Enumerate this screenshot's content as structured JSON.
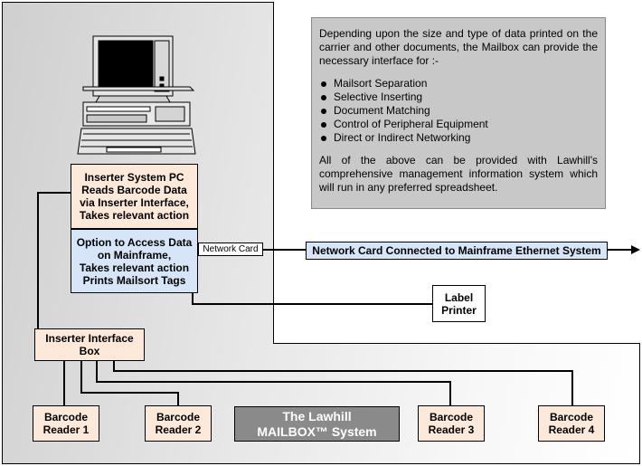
{
  "pc_box": "Inserter System PC\nReads Barcode Data\nvia Inserter Interface,\nTakes relevant action",
  "mainframe_box": "Option to Access Data\non Mainframe,\nTakes relevant action\nPrints Mailsort Tags",
  "network_card_label": "Network Card",
  "network_connection_label": "Network Card Connected to Mainframe Ethernet System",
  "label_printer": "Label\nPrinter",
  "interface_box": "Inserter Interface\nBox",
  "system_title": "The Lawhill\nMAILBOX™ System",
  "barcode_readers": [
    "Barcode\nReader 1",
    "Barcode\nReader 2",
    "Barcode\nReader 3",
    "Barcode\nReader 4"
  ],
  "info": {
    "intro": "Depending upon the size and type of data printed on the carrier and other documents, the Mailbox can provide the necessary interface for :-",
    "items": [
      "Mailsort Separation",
      "Selective Inserting",
      "Document Matching",
      "Control of Peripheral Equipment",
      "Direct or Indirect Networking"
    ],
    "footer": "All of the above can be provided with Lawhill's comprehensive management information system which will run in any preferred spreadsheet."
  },
  "colors": {
    "peach_box": "#fde9d9",
    "blue_box": "#d6e6f8",
    "info_box": "#c8c8c8",
    "title_box": "#8a8a8a"
  }
}
